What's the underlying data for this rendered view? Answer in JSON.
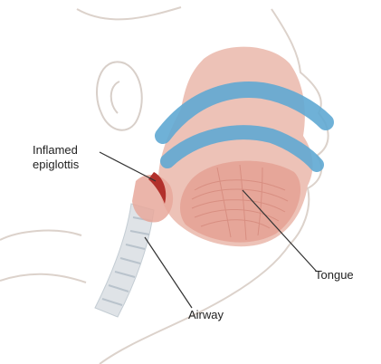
{
  "diagram": {
    "labels": {
      "inflamed_epiglottis_line1": "Inflamed",
      "inflamed_epiglottis_line2": "epiglottis",
      "tongue": "Tongue",
      "airway": "Airway"
    },
    "colors": {
      "head_outline": "#d9cfc8",
      "tissue_fill": "#e9b3a6",
      "tissue_shadow": "#d98d80",
      "muscle_fiber": "#cf7f72",
      "blue_structure": "#5fa8d3",
      "trachea": "#d9dee3",
      "trachea_ring": "#b9c3cc",
      "epiglottis": "#b2302b",
      "leader_line": "#333333"
    }
  }
}
